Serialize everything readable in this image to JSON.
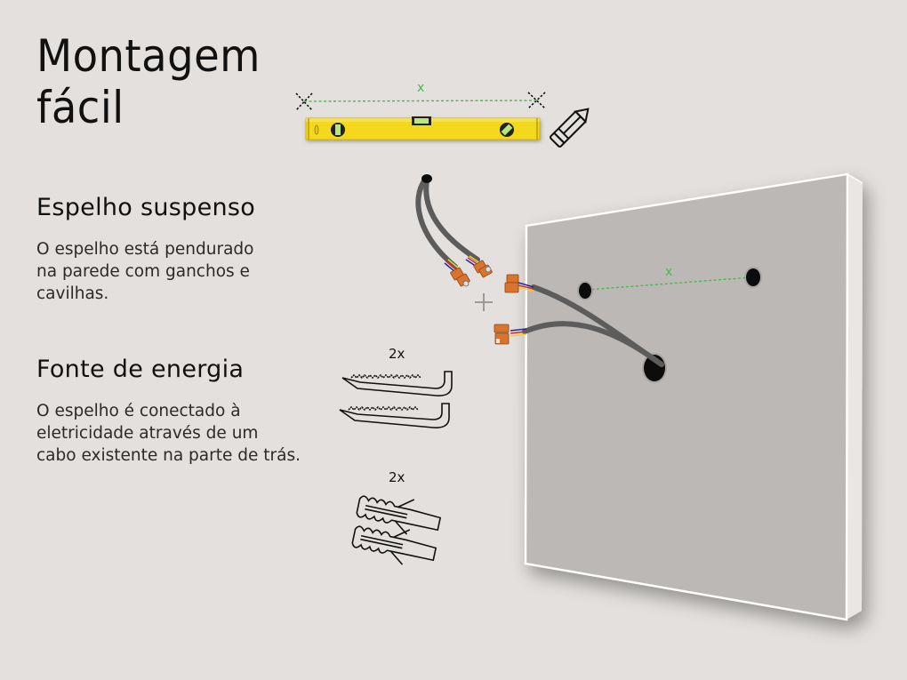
{
  "title": {
    "line1": "Montagem",
    "line2": "fácil"
  },
  "sections": [
    {
      "heading": "Espelho suspenso",
      "body_lines": [
        "O espelho está pendurado",
        "na parede com ganchos e",
        "cavilhas."
      ]
    },
    {
      "heading": "Fonte de energia",
      "body_lines": [
        "O espelho é conectado à",
        "eletricidade através de um",
        "cabo existente na parte de trás."
      ]
    }
  ],
  "parts": {
    "hooks_qty": "2x",
    "dowels_qty": "2x"
  },
  "measure": {
    "level_mark": "x",
    "mirror_mark": "x"
  },
  "colors": {
    "background": "#e3e0dd",
    "mirror_face": "#bcb8b5",
    "mirror_edge": "#ffffff",
    "level_yellow": "#f4d81a",
    "guide_green": "#4ab84a",
    "cable_gray": "#5c5c5c",
    "connector_orange": "#d9742f"
  },
  "icons": [
    "spirit-level-icon",
    "pencil-icon",
    "cross-mark-icon",
    "hook-screw-icon",
    "wall-plug-icon",
    "cable-connector-icon",
    "plus-icon",
    "mounting-hole-icon"
  ]
}
